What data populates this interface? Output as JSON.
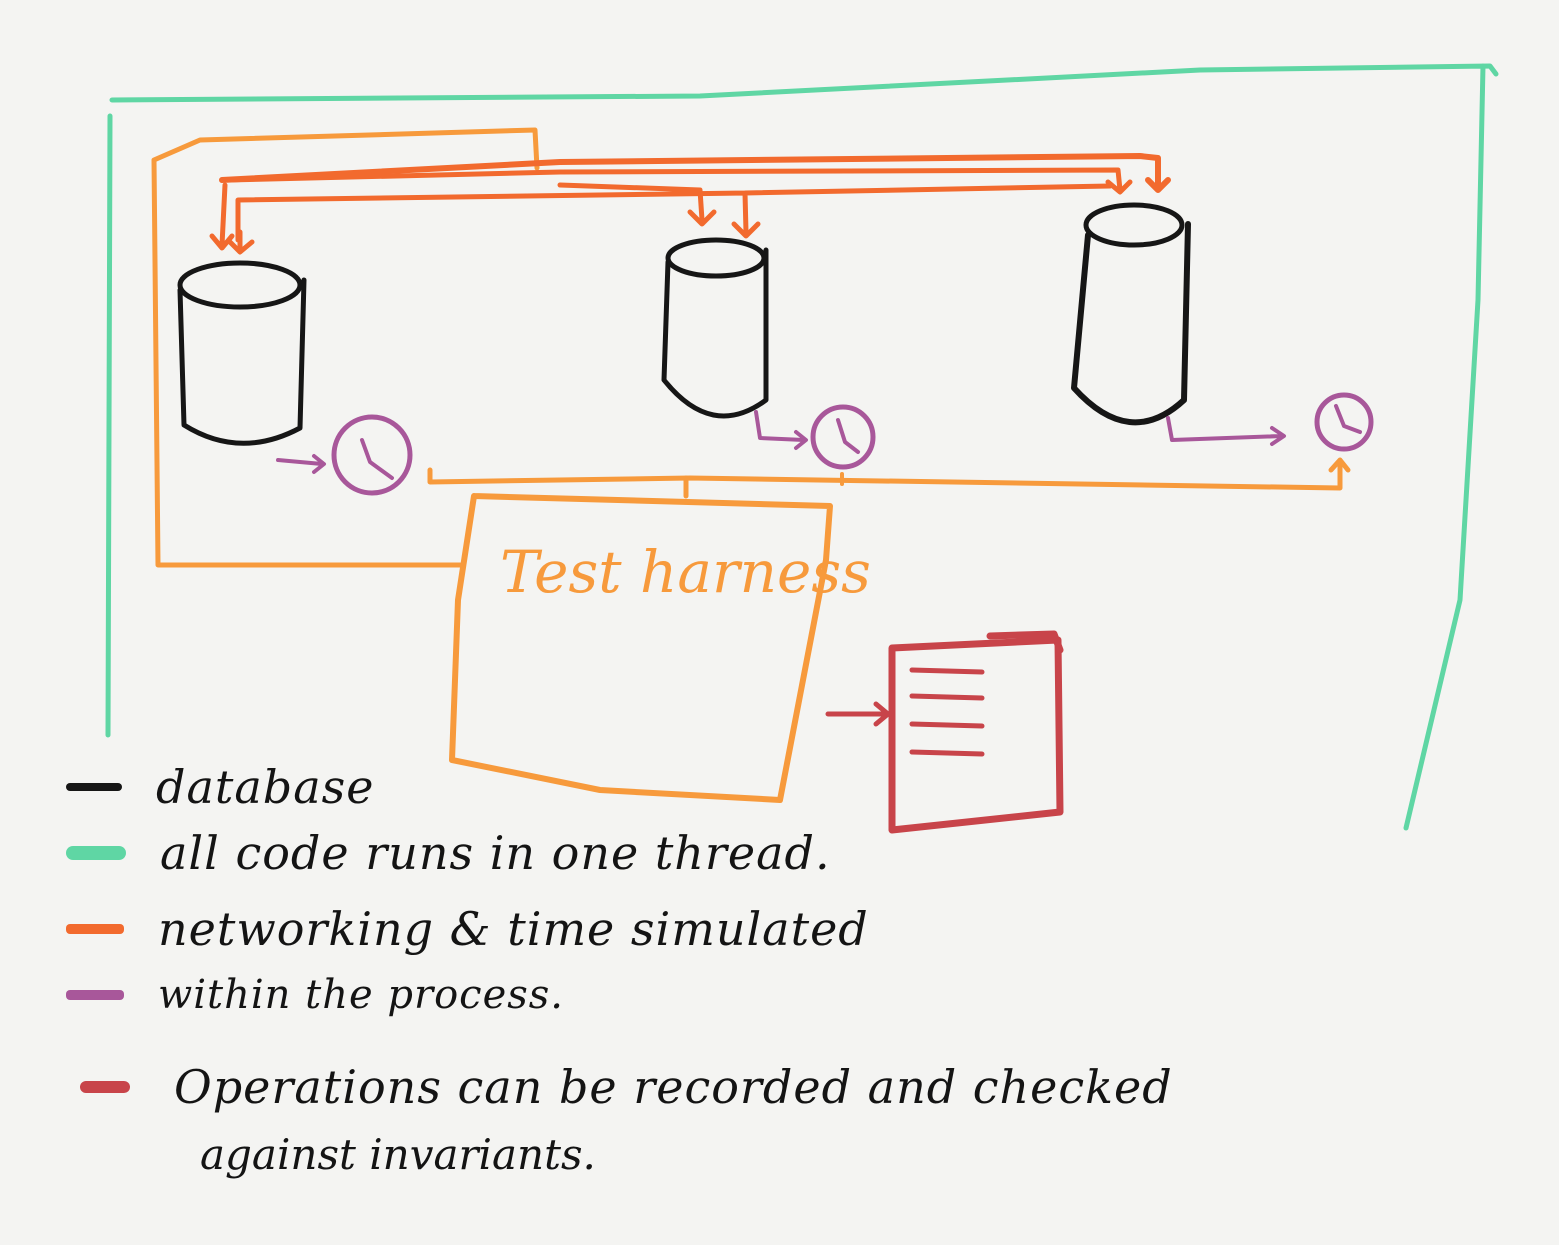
{
  "colors": {
    "database": "#161616",
    "thread": "#5fd6a4",
    "network": "#f26a2e",
    "process": "#a8579a",
    "harness": "#f79a3c",
    "operations": "#c8444a"
  },
  "diagram": {
    "harness_label": "Test harness",
    "nodes": [
      {
        "id": "db-1",
        "icon": "database-cylinder-icon",
        "clock_icon": "clock-icon"
      },
      {
        "id": "db-2",
        "icon": "database-cylinder-icon",
        "clock_icon": "clock-icon"
      },
      {
        "id": "db-3",
        "icon": "database-cylinder-icon",
        "clock_icon": "clock-icon"
      }
    ],
    "log_icon": "operations-log-icon"
  },
  "legend": {
    "database": "database",
    "thread": "all code runs in one thread.",
    "network_line1": "networking & time simulated",
    "network_line2": "within the process.",
    "operations_line1": "Operations can be recorded and checked",
    "operations_line2": "against invariants."
  }
}
